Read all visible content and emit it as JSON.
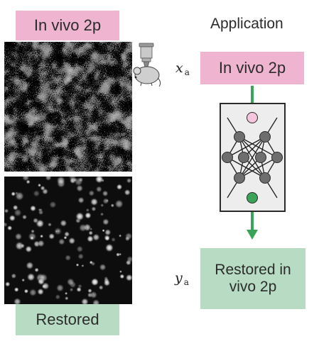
{
  "left_panel": {
    "top_label": "In vivo 2p",
    "bottom_label": "Restored"
  },
  "right_panel": {
    "title": "Application",
    "input_label": "In vivo 2p",
    "input_var": "x",
    "input_sub": "a",
    "output_label": "Restored in vivo 2p",
    "output_var": "y",
    "output_sub": "a"
  },
  "colors": {
    "pink_label": "#eeb4d0",
    "green_label": "#b8dcc3",
    "arrow_green": "#3aa35a",
    "node_grey": "#6e6e6e",
    "input_node": "#f6c6de",
    "output_node": "#3aa35a"
  },
  "icons": [
    "microscope-icon",
    "mouse-icon",
    "neural-network-icon"
  ]
}
